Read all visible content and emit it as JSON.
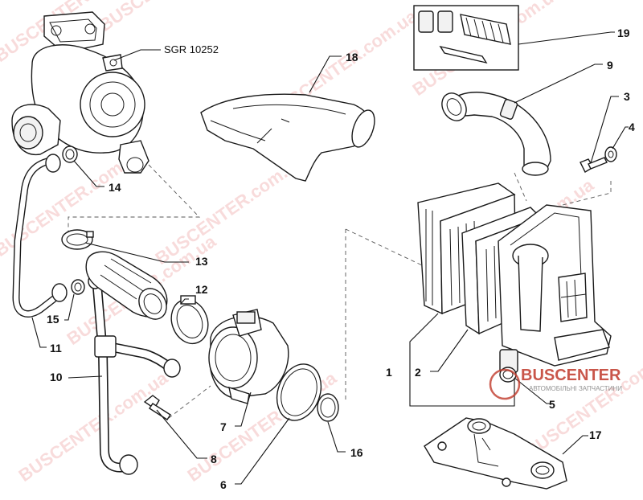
{
  "diagram": {
    "part_code_label": "SGR 10252",
    "callouts": {
      "c1": "1",
      "c2": "2",
      "c3": "3",
      "c4": "4",
      "c5": "5",
      "c6": "6",
      "c7": "7",
      "c8": "8",
      "c9": "9",
      "c10": "10",
      "c11": "11",
      "c12": "12",
      "c13": "13",
      "c14": "14",
      "c15": "15",
      "c16": "16",
      "c17": "17",
      "c18": "18",
      "c19": "19"
    }
  },
  "watermark": {
    "brand": "BUSCENTER",
    "domain": "BUSCENTER.com.ua",
    "logo_name": "BUSCENTER",
    "logo_tagline": "АВТОМОБІЛЬНІ ЗАПЧАСТИНИ",
    "logo_color": "#c0392b"
  }
}
